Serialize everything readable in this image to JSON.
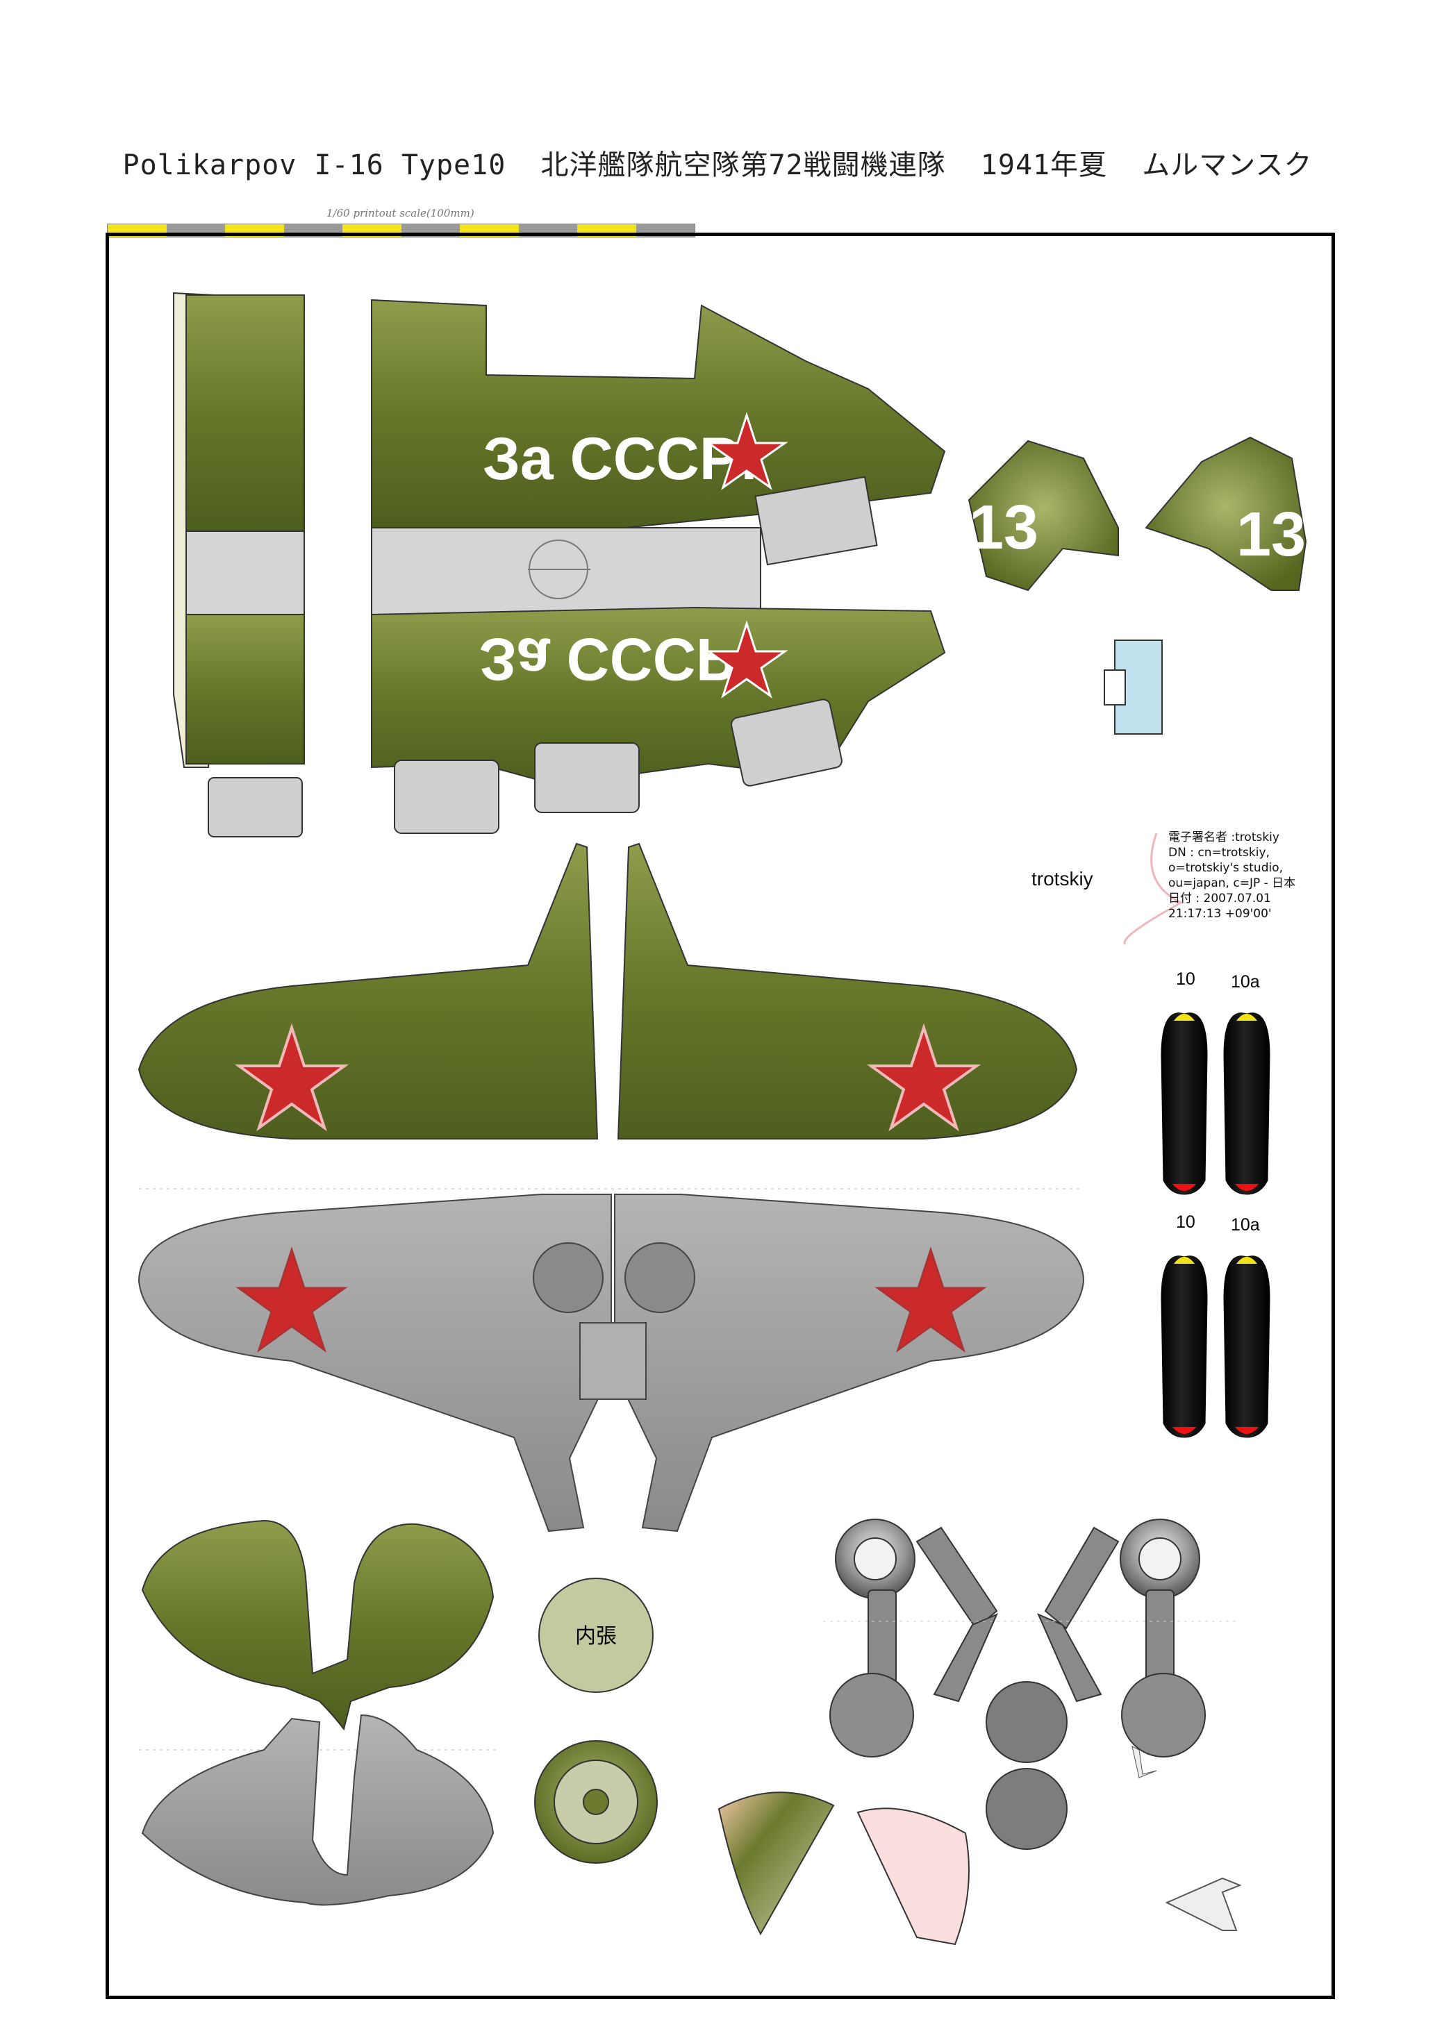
{
  "header": {
    "title": "Polikarpov I-16 Type10  北洋艦隊航空隊第72戦闘機連隊  1941年夏  ムルマンスク",
    "scale_label": "1/60 printout scale(100mm)",
    "scale_colors": [
      "#f2e21a",
      "#9a9a9a"
    ]
  },
  "fuselage": {
    "slogan": "За СССР!",
    "slogan_mirrored": "За СССР!",
    "color_green": "#6b7a2e",
    "color_grey": "#c9c9c9"
  },
  "tail": {
    "number_left": "13",
    "number_right": "13"
  },
  "signature": {
    "signer": "trotskiy",
    "lines": [
      "電子署名者 :trotskiy",
      "DN : cn=trotskiy,",
      "o=trotskiy's studio,",
      "ou=japan, c=JP - 日本",
      "日付 : 2007.07.01",
      "21:17:13 +09'00'"
    ]
  },
  "propellers": [
    {
      "label_a": "10",
      "label_b": "10a"
    },
    {
      "label_a": "10",
      "label_b": "10a"
    }
  ],
  "cowl_inner": {
    "label": "内張"
  },
  "colors": {
    "olive": "#66772a",
    "olive_light": "#9aaa5a",
    "underside": "#9c9c9c",
    "star_red": "#cc2a2a",
    "frame": "#000000"
  }
}
